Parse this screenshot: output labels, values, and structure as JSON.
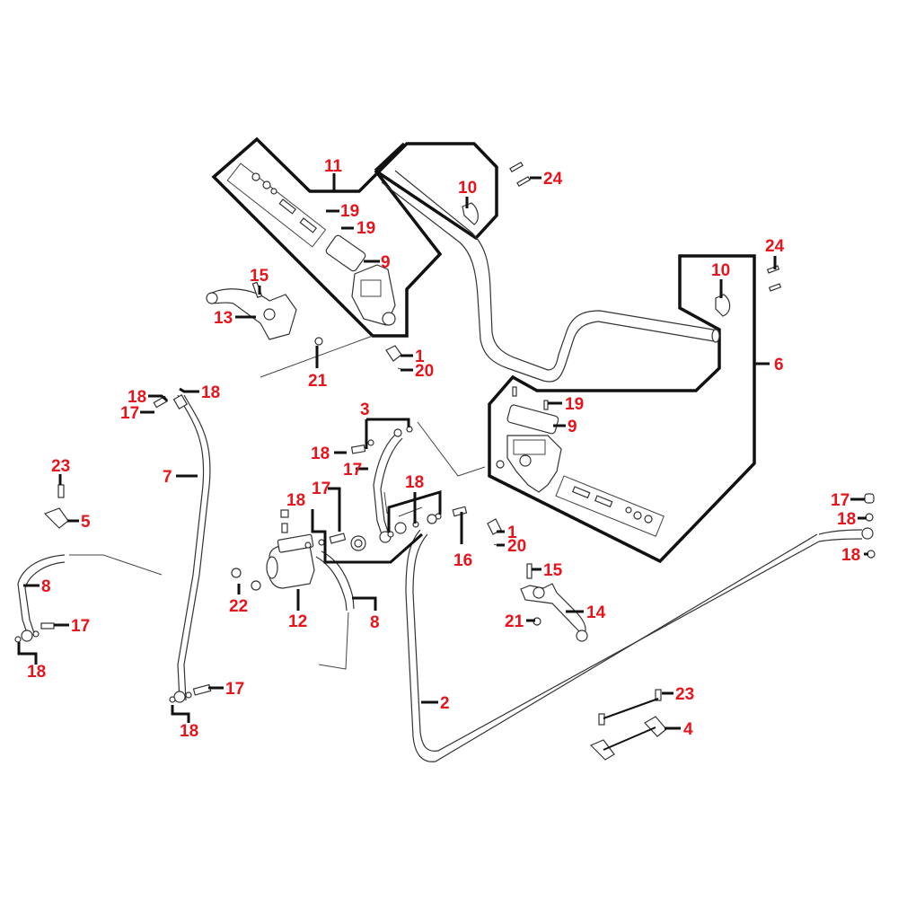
{
  "diagram": {
    "type": "exploded parts diagram",
    "subject": "handlebar and brake master cylinder / hydraulic brake lines",
    "callout_color": "#e8141b",
    "line_color": "#111111",
    "callouts": [
      {
        "id": "c11",
        "label": "11",
        "part": "left master cylinder repair kit group"
      },
      {
        "id": "c10a",
        "label": "10",
        "part": "handlebar clamp (left)"
      },
      {
        "id": "c24a",
        "label": "24",
        "part": "bolts (upper)"
      },
      {
        "id": "c19a",
        "label": "19",
        "part": "reservoir cover screw"
      },
      {
        "id": "c19b",
        "label": "19",
        "part": "reservoir cover screw"
      },
      {
        "id": "c9a",
        "label": "9",
        "part": "reservoir cover (left)"
      },
      {
        "id": "c15a",
        "label": "15",
        "part": "lever pivot bolt (left)"
      },
      {
        "id": "c13",
        "label": "13",
        "part": "brake lever left"
      },
      {
        "id": "c21a",
        "label": "21",
        "part": "lever nut (left)"
      },
      {
        "id": "c1a",
        "label": "1",
        "part": "switch bracket (left)"
      },
      {
        "id": "c20a",
        "label": "20",
        "part": "screw (left)"
      },
      {
        "id": "c24b",
        "label": "24",
        "part": "bolts (right)"
      },
      {
        "id": "c10b",
        "label": "10",
        "part": "handlebar clamp (right)"
      },
      {
        "id": "c6",
        "label": "6",
        "part": "handlebar and right master cylinder group"
      },
      {
        "id": "c19c",
        "label": "19",
        "part": "reservoir cover screw (right)"
      },
      {
        "id": "c9b",
        "label": "9",
        "part": "reservoir cover (right)"
      },
      {
        "id": "c18a",
        "label": "18",
        "part": "washer"
      },
      {
        "id": "c18b",
        "label": "18",
        "part": "washer"
      },
      {
        "id": "c17a",
        "label": "17",
        "part": "banjo bolt"
      },
      {
        "id": "c7",
        "label": "7",
        "part": "brake hose"
      },
      {
        "id": "c23a",
        "label": "23",
        "part": "bolt (left)"
      },
      {
        "id": "c5",
        "label": "5",
        "part": "hose clamp"
      },
      {
        "id": "c8a",
        "label": "8",
        "part": "brake hose (left short)"
      },
      {
        "id": "c17b",
        "label": "17",
        "part": "banjo bolt"
      },
      {
        "id": "c18c",
        "label": "18",
        "part": "washers"
      },
      {
        "id": "c17c",
        "label": "17",
        "part": "banjo bolt"
      },
      {
        "id": "c18d",
        "label": "18",
        "part": "washers"
      },
      {
        "id": "c18e",
        "label": "18",
        "part": "washers"
      },
      {
        "id": "c17d",
        "label": "17",
        "part": "banjo bolt"
      },
      {
        "id": "c3",
        "label": "3",
        "part": "brake hose (short)"
      },
      {
        "id": "c18f",
        "label": "18",
        "part": "washers"
      },
      {
        "id": "c17e",
        "label": "17",
        "part": "banjo bolt"
      },
      {
        "id": "c18g",
        "label": "18",
        "part": "washers"
      },
      {
        "id": "c16",
        "label": "16",
        "part": "banjo bolt (distributor)"
      },
      {
        "id": "c22",
        "label": "22",
        "part": "nuts"
      },
      {
        "id": "c12",
        "label": "12",
        "part": "brake distributor"
      },
      {
        "id": "c8b",
        "label": "8",
        "part": "brake hose"
      },
      {
        "id": "c1b",
        "label": "1",
        "part": "switch bracket (right)"
      },
      {
        "id": "c20b",
        "label": "20",
        "part": "screw (right)"
      },
      {
        "id": "c15b",
        "label": "15",
        "part": "lever pivot bolt (right)"
      },
      {
        "id": "c14",
        "label": "14",
        "part": "brake lever right"
      },
      {
        "id": "c21b",
        "label": "21",
        "part": "lever nut (right)"
      },
      {
        "id": "c17f",
        "label": "17",
        "part": "banjo bolt"
      },
      {
        "id": "c18h",
        "label": "18",
        "part": "washer"
      },
      {
        "id": "c18i",
        "label": "18",
        "part": "washer"
      },
      {
        "id": "c2",
        "label": "2",
        "part": "long brake hose"
      },
      {
        "id": "c23b",
        "label": "23",
        "part": "bolts"
      },
      {
        "id": "c4",
        "label": "4",
        "part": "hose clamps"
      }
    ]
  }
}
